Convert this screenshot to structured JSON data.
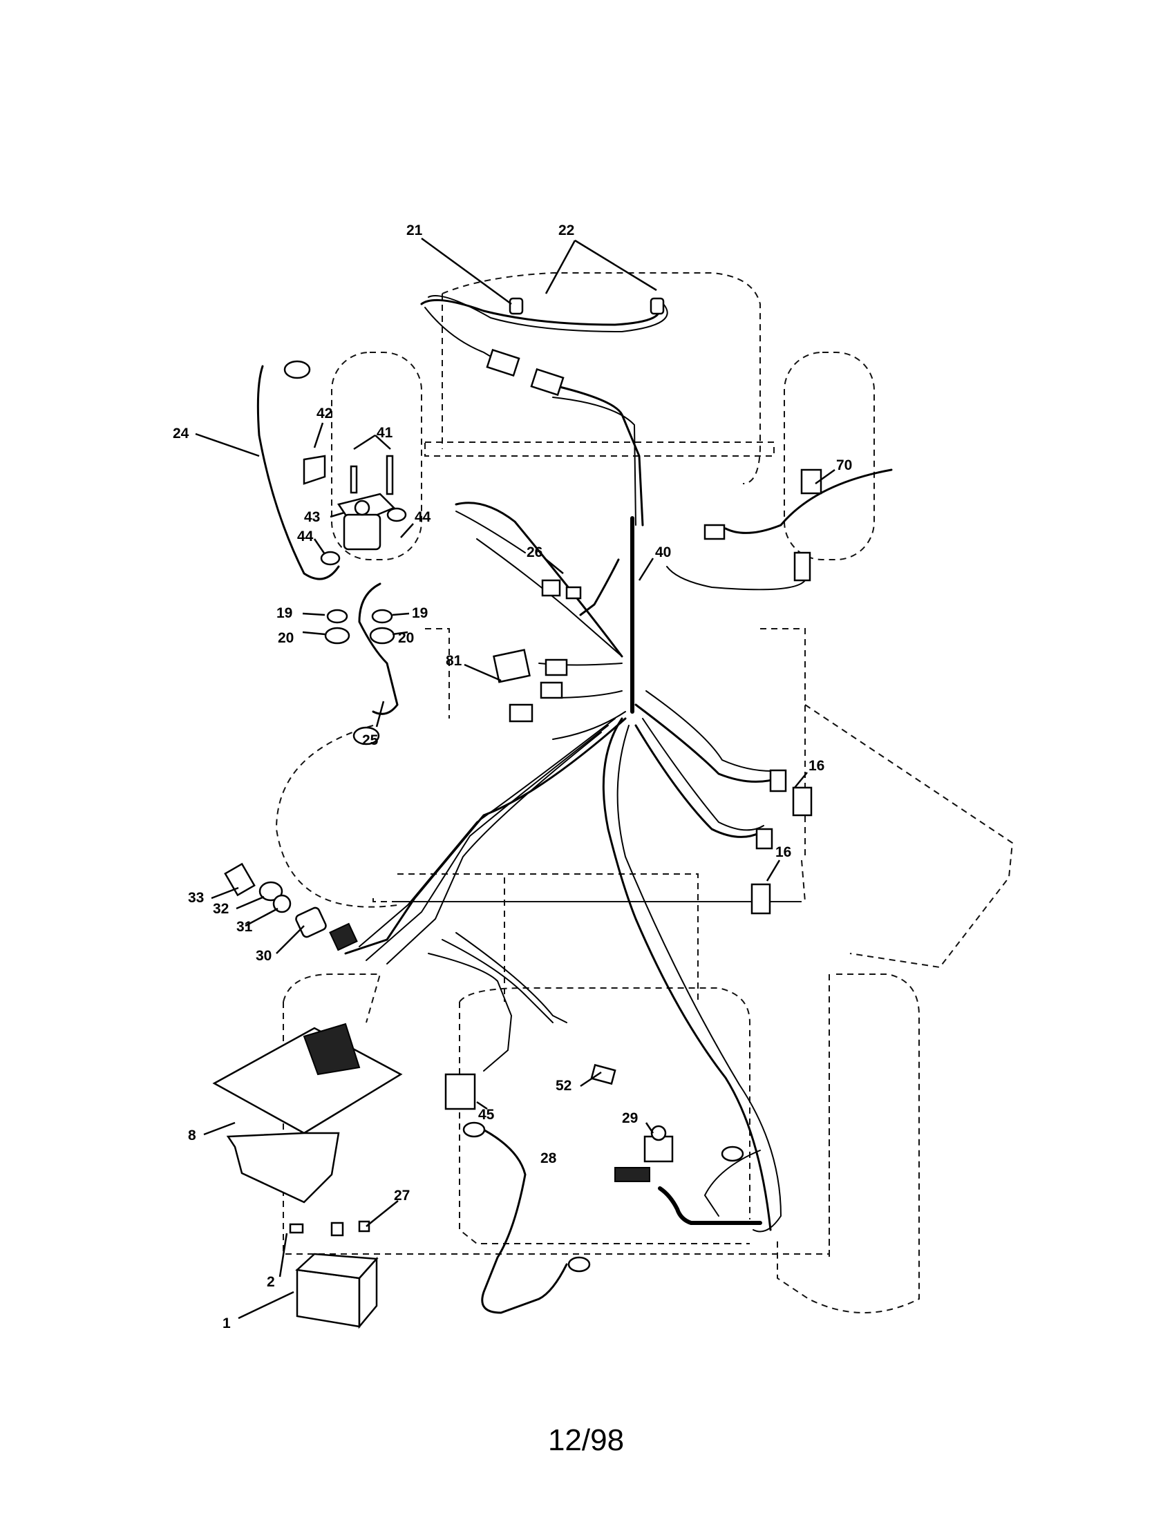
{
  "diagram": {
    "callouts": {
      "c1": "1",
      "c2": "2",
      "c8": "8",
      "c16a": "16",
      "c16b": "16",
      "c19a": "19",
      "c19b": "19",
      "c20a": "20",
      "c20b": "20",
      "c21": "21",
      "c22": "22",
      "c24": "24",
      "c25": "25",
      "c26": "26",
      "c27": "27",
      "c28": "28",
      "c29": "29",
      "c30": "30",
      "c31": "31",
      "c32": "32",
      "c33": "33",
      "c40": "40",
      "c41": "41",
      "c42": "42",
      "c43": "43",
      "c44a": "44",
      "c44b": "44",
      "c45": "45",
      "c52": "52",
      "c70": "70",
      "c81": "81"
    }
  },
  "footer": {
    "page_label": "12/98"
  }
}
